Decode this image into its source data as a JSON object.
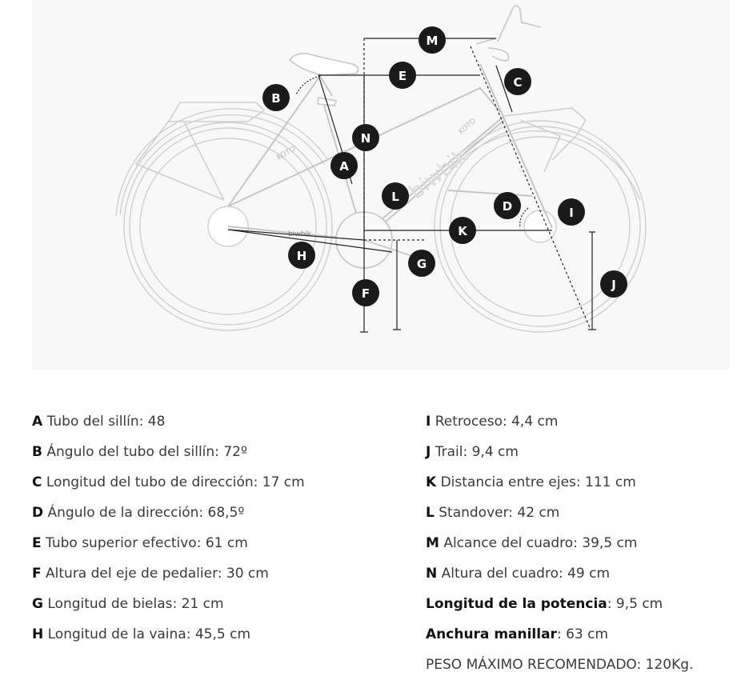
{
  "markers": {
    "A": "A",
    "B": "B",
    "C": "C",
    "D": "D",
    "E": "E",
    "F": "F",
    "G": "G",
    "H": "H",
    "I": "I",
    "J": "J",
    "K": "K",
    "L": "L",
    "M": "M",
    "N": "N"
  },
  "frame_logo": "biwbik",
  "frame_model": "KOTO",
  "specs_left": [
    {
      "letter": "A",
      "text": " Tubo del sillín: 48"
    },
    {
      "letter": "B",
      "text": " Ángulo del tubo del sillín: 72º"
    },
    {
      "letter": "C",
      "text": " Longitud del tubo de dirección: 17 cm"
    },
    {
      "letter": "D",
      "text": " Ángulo de la dirección: 68,5º"
    },
    {
      "letter": "E",
      "text": " Tubo superior efectivo: 61 cm"
    },
    {
      "letter": "F",
      "text": " Altura del eje de pedalier: 30 cm"
    },
    {
      "letter": "G",
      "text": " Longitud de bielas: 21 cm"
    },
    {
      "letter": "H",
      "text": " Longitud de la vaina: 45,5 cm"
    }
  ],
  "specs_right": [
    {
      "letter": "I",
      "text": " Retroceso: 4,4 cm"
    },
    {
      "letter": "J",
      "text": " Trail: 9,4 cm"
    },
    {
      "letter": "K",
      "text": " Distancia entre ejes: 111 cm"
    },
    {
      "letter": "L",
      "text": " Standover: 42 cm"
    },
    {
      "letter": "M",
      "text": " Alcance del cuadro: 39,5 cm"
    },
    {
      "letter": "N",
      "text": " Altura del cuadro: 49 cm"
    },
    {
      "letter": "Longitud de la potencia",
      "text": ": 9,5 cm"
    },
    {
      "letter": "Anchura manillar",
      "text": ": 63 cm"
    },
    {
      "letter": "",
      "text": "PESO MÁXIMO RECOMENDADO: 120Kg."
    }
  ]
}
